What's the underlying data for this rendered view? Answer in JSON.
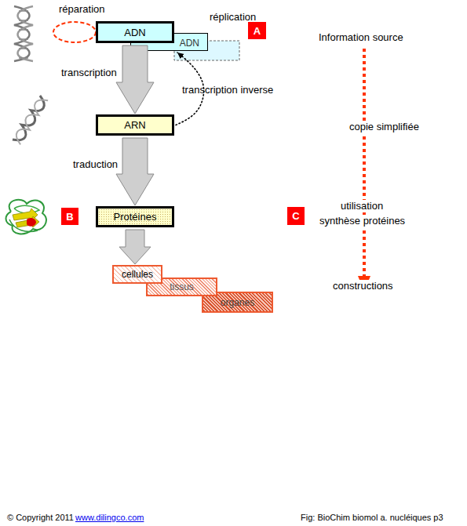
{
  "diagram": {
    "caption": "Fig: BioChim biomol a. nucléiques p3",
    "nodes": [
      {
        "text": [
          "ADN"
        ]
      },
      {
        "text": [
          "ADN"
        ]
      },
      {
        "text": [
          "A"
        ]
      },
      {
        "text": [
          "ARN"
        ]
      },
      {
        "text": [
          "B"
        ]
      },
      {
        "text": [
          "Protéines"
        ]
      },
      {
        "text": [
          "C"
        ]
      },
      {
        "text": [
          "cellules"
        ]
      },
      {
        "text": [
          "tissus"
        ]
      },
      {
        "text": [
          "organes"
        ]
      }
    ],
    "edges": [
      {
        "from": 0,
        "to": 3,
        "label": "transcription",
        "arrow": "to"
      },
      {
        "from": 3,
        "to": 1,
        "label": "transcription inverse",
        "arrow": "to"
      },
      {
        "from": 3,
        "to": 5,
        "label": "traduction",
        "arrow": "to"
      },
      {
        "from": 5,
        "to": 7,
        "arrow": "to"
      }
    ],
    "labels": [
      "réparation",
      "réplication",
      "Information source",
      "copie simplifiée",
      "utilisation",
      "synthèse protéines",
      "constructions",
      "© Copyright 2011",
      "www.dilingco.com"
    ]
  }
}
